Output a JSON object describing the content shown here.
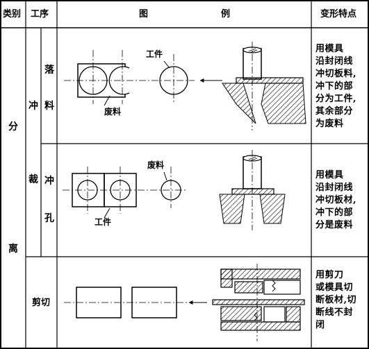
{
  "header": {
    "col_category": "类别",
    "col_process": "工序",
    "col_figure_left": "图",
    "col_figure_right": "例",
    "col_features": "变形特点"
  },
  "category": {
    "char1": "分",
    "char2": "离"
  },
  "punching_group": {
    "char1": "冲",
    "char2": "裁"
  },
  "rows": [
    {
      "process_chars": [
        "落",
        "料"
      ],
      "labels": {
        "workpiece": "工件",
        "waste": "废料"
      },
      "description": "用模具\n沿封闭线\n冲切板料,\n冲下的部\n分为工件,\n其余部分\n为废料"
    },
    {
      "process_chars": [
        "冲",
        "孔"
      ],
      "labels": {
        "workpiece": "工件",
        "waste": "废料"
      },
      "description": "用模具\n沿封闭线\n冲切板材,\n冲下的部\n分是废料"
    },
    {
      "process": "剪切",
      "description": "用剪刀\n或模具切\n断板材,切\n断线不封\n闭"
    }
  ]
}
